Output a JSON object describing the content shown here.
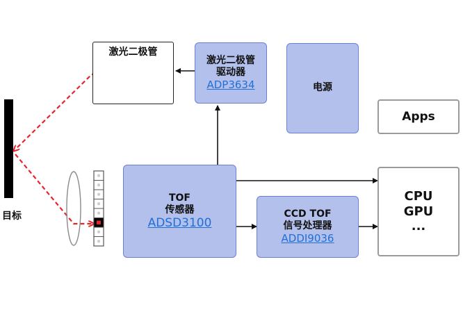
{
  "target": {
    "label": "目标"
  },
  "laser_diode": {
    "label": "激光二极管"
  },
  "driver": {
    "line1": "激光二极管",
    "line2": "驱动器",
    "part": "ADP3634"
  },
  "power": {
    "label": "电源"
  },
  "apps": {
    "label": "Apps"
  },
  "tof_sensor": {
    "line1": "TOF",
    "line2": "传感器",
    "part": "ADSD3100"
  },
  "ccd_processor": {
    "line1": "CCD TOF",
    "line2": "信号处理器",
    "part": "ADDI9036"
  },
  "host": {
    "line1": "CPU",
    "line2": "GPU",
    "line3": "..."
  },
  "colors": {
    "block_fill": "#b4c0ec",
    "block_border": "#6b7fd0",
    "link_text": "#1f6fd6",
    "laser_path": "#e8242b",
    "arrow": "#111111"
  }
}
